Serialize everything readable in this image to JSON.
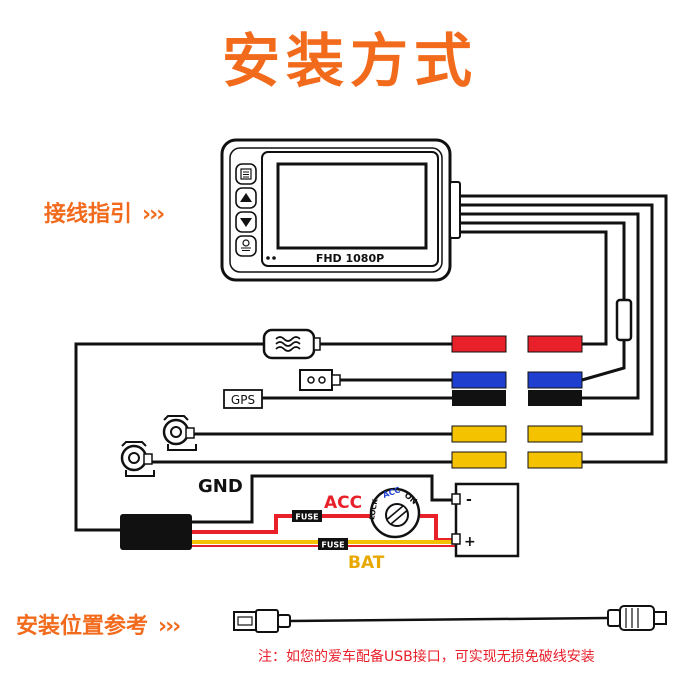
{
  "title": "安装方式",
  "sections": {
    "wiring": {
      "label": "接线指引",
      "arrows": "›››"
    },
    "install": {
      "label": "安装位置参考",
      "arrows": "›››"
    }
  },
  "device": {
    "screen_label": "FHD 1080P"
  },
  "labels": {
    "gps": "GPS",
    "gnd": "GND",
    "acc": "ACC",
    "bat": "BAT",
    "fuse": "FUSE",
    "battery_minus": "-",
    "battery_plus": "+",
    "ignition_acc": "ACC",
    "ignition_on": "ON",
    "ignition_lock": "LOCK"
  },
  "note": "注：如您的爱车配备USB接口，可实现无损免破线安装",
  "colors": {
    "accent": "#f26b1d",
    "red_wire": "#e8202a",
    "blue_wire": "#1f3fcf",
    "yellow_wire": "#f5c200",
    "black": "#111111",
    "acc_text": "#e8202a",
    "bat_text": "#e8a800"
  }
}
